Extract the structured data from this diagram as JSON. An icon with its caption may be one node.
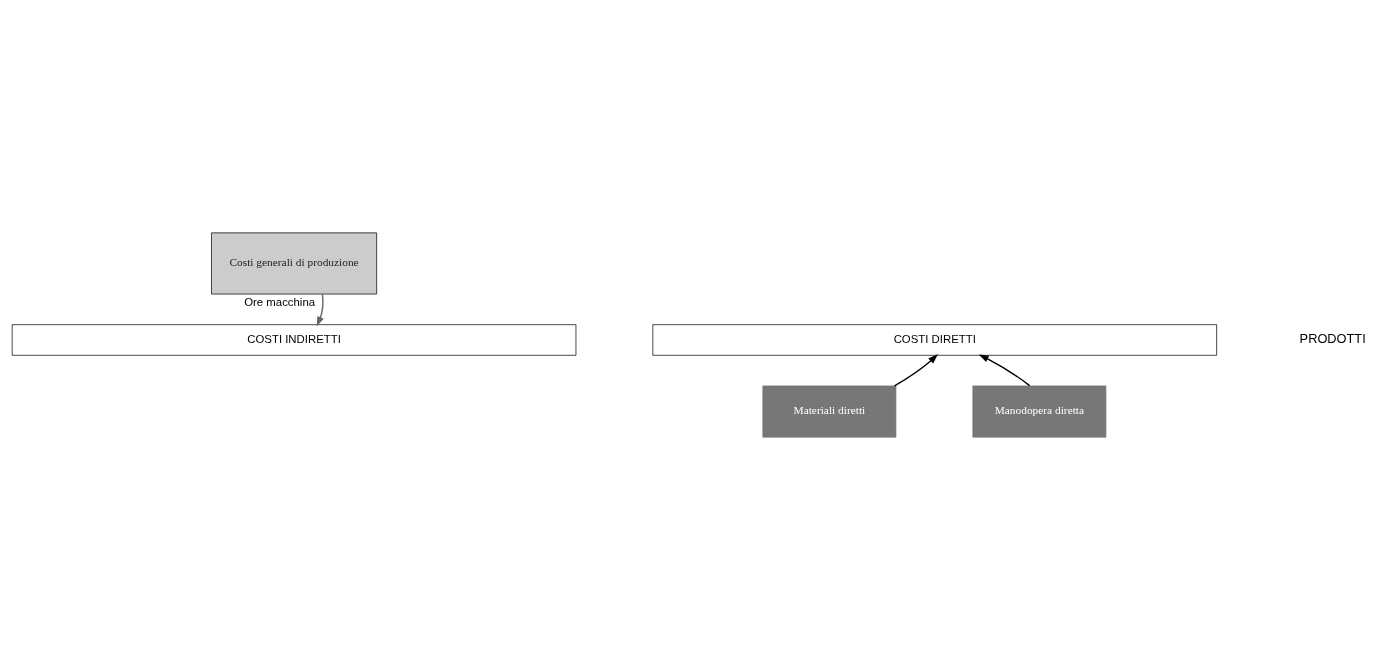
{
  "diagram": {
    "nodes": [
      {
        "text": [
          "Costi generali di produzione"
        ]
      },
      {
        "text": [
          "COSTI INDIRETTI"
        ]
      },
      {
        "text": [
          "COSTI DIRETTI"
        ]
      },
      {
        "text": [
          "Materiali diretti"
        ]
      },
      {
        "text": [
          "Manodopera diretta"
        ]
      }
    ],
    "edges": [
      {
        "from": 0,
        "to": 1,
        "arrow": "to",
        "label": "Ore macchina",
        "color": "#666666"
      },
      {
        "from": 3,
        "to": 2,
        "arrow": "to"
      },
      {
        "from": 4,
        "to": 2,
        "arrow": "to"
      }
    ],
    "labels": [
      "PRODOTTI"
    ]
  }
}
